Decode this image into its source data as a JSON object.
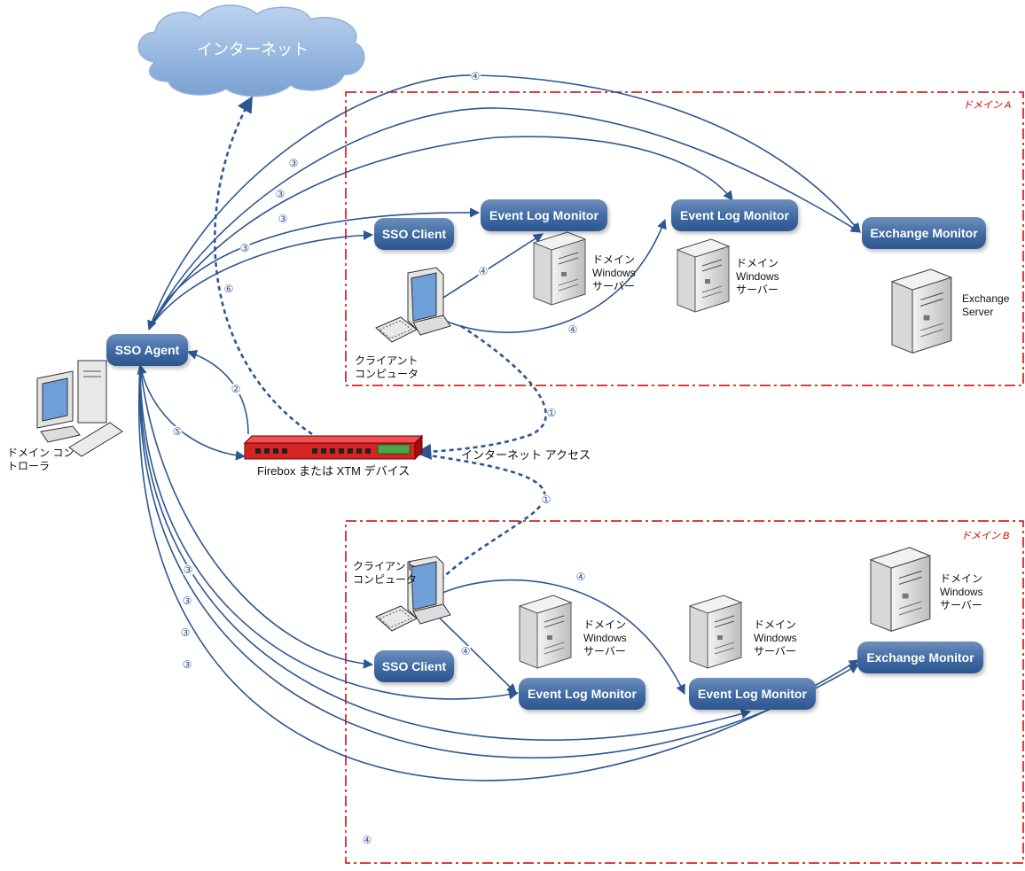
{
  "cloud": {
    "label": "インターネット"
  },
  "domain_a": {
    "tag": "ドメイン A"
  },
  "domain_b": {
    "tag": "ドメイン B"
  },
  "sso_agent": {
    "label": "SSO Agent"
  },
  "domain_controller": {
    "label": "ドメイン コン\nトローラ"
  },
  "firebox": {
    "label": "Firebox または XTM デバイス"
  },
  "internet_access": {
    "label": "インターネット アクセス"
  },
  "a": {
    "sso_client": "SSO Client",
    "elm1": "Event Log Monitor",
    "elm2": "Event Log Monitor",
    "exchange_monitor": "Exchange Monitor",
    "server1": "ドメイン\nWindows\nサーバー",
    "server2": "ドメイン\nWindows\nサーバー",
    "exchange_server": "Exchange\nServer",
    "client": "クライアント\nコンピュータ"
  },
  "b": {
    "sso_client": "SSO Client",
    "elm1": "Event Log Monitor",
    "elm2": "Event Log Monitor",
    "exchange_monitor": "Exchange Monitor",
    "server1": "ドメイン\nWindows\nサーバー",
    "server2": "ドメイン\nWindows\nサーバー",
    "server3": "ドメイン\nWindows\nサーバー",
    "client": "クライアント\nコンピュータ"
  },
  "steps": {
    "s1": "①",
    "s2": "②",
    "s3": "③",
    "s4": "④",
    "s5": "⑤",
    "s6": "⑥"
  },
  "colors": {
    "arrow": "#2e5690",
    "domain_border": "#cc0000",
    "firebox": "#d42424",
    "cloud": "#9dbde4"
  }
}
